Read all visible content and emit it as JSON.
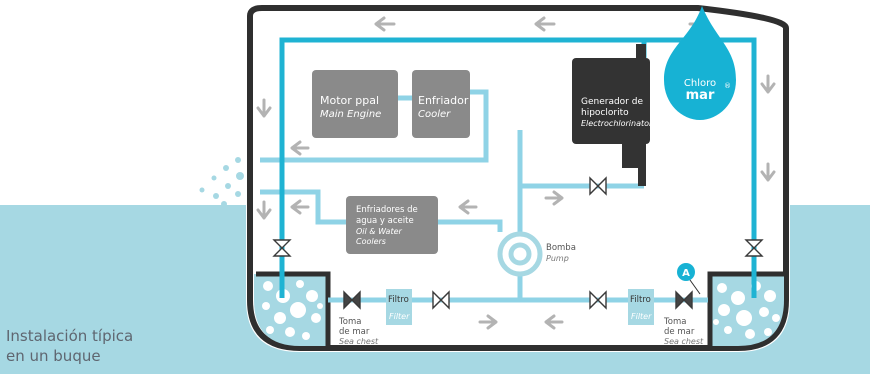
{
  "caption": {
    "line1": "Instalación típica",
    "line2": "en un buque"
  },
  "components": {
    "motor": {
      "es": "Motor ppal",
      "en": "Main Engine"
    },
    "cooler": {
      "es": "Enfriador",
      "en": "Cooler"
    },
    "generator": {
      "es1": "Generador de",
      "es2": "hipoclorito",
      "en": "Electrochlorinator"
    },
    "oil_cooler": {
      "es1": "Enfriadores de",
      "es2": "agua y aceite",
      "en1": "Oil & Water",
      "en2": "Coolers"
    },
    "pump": {
      "es": "Bomba",
      "en": "Pump"
    },
    "filter_left": {
      "es": "Filtro",
      "en": "Filter"
    },
    "filter_right": {
      "es": "Filtro",
      "en": "Filter"
    },
    "sea_chest_left": {
      "es1": "Toma",
      "es2": "de mar",
      "en": "Sea chest"
    },
    "sea_chest_right": {
      "es1": "Toma",
      "es2": "de mar",
      "en": "Sea chest"
    },
    "marker": "A"
  },
  "logo": {
    "line1": "Chloro",
    "line2": "mar",
    "mark": "®"
  },
  "colors": {
    "water": "#a6d8e3",
    "pipe": "#8fd3e6",
    "main_pipe": "#1fb3d3",
    "hull": "#2f2f2f",
    "box": "#8a8a8a",
    "generator": "#333333",
    "arrow": "#b3b3b3",
    "brand": "#17b2d4"
  }
}
